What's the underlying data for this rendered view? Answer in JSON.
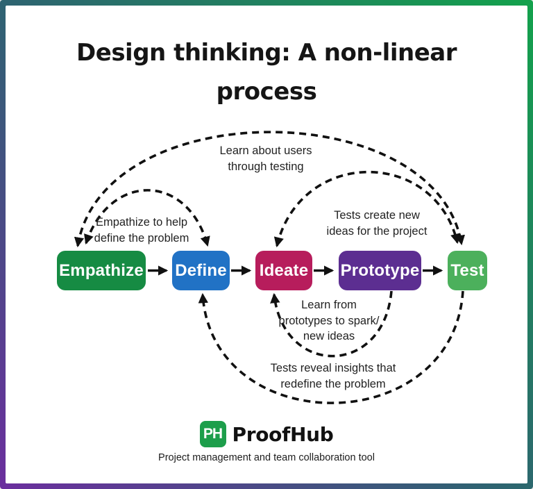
{
  "frame": {
    "border_gradient": [
      "#13a24c",
      "#2e6371",
      "#6b2e9e"
    ],
    "background": "#ffffff"
  },
  "title": {
    "full": "Design thinking: A non-linear process",
    "lines": [
      "Design thinking: A non-linear",
      "process"
    ]
  },
  "process": {
    "arrow_color": "#111111",
    "steps": [
      {
        "label": "Empathize",
        "color": "#168b43"
      },
      {
        "label": "Define",
        "color": "#2172c5"
      },
      {
        "label": "Ideate",
        "color": "#b71d5c"
      },
      {
        "label": "Prototype",
        "color": "#5c2e91"
      },
      {
        "label": "Test",
        "color": "#4cb05c"
      }
    ]
  },
  "annotations": {
    "learn_about_users": {
      "lines": [
        "Learn about users",
        "through testing"
      ]
    },
    "empathize_to_help": {
      "lines": [
        "Empathize to help",
        "define the problem"
      ]
    },
    "tests_create_new": {
      "lines": [
        "Tests create new",
        "ideas for the project"
      ]
    },
    "learn_from_prototypes": {
      "lines": [
        "Learn from",
        "prototypes to spark/",
        "new ideas"
      ]
    },
    "tests_reveal_insights": {
      "lines": [
        "Tests reveal insights that",
        "redefine the problem"
      ]
    }
  },
  "footer": {
    "logo_monogram": "PH",
    "logo_color": "#1d9e4b",
    "brand_name": "ProofHub",
    "tagline": "Project management and team collaboration tool"
  }
}
